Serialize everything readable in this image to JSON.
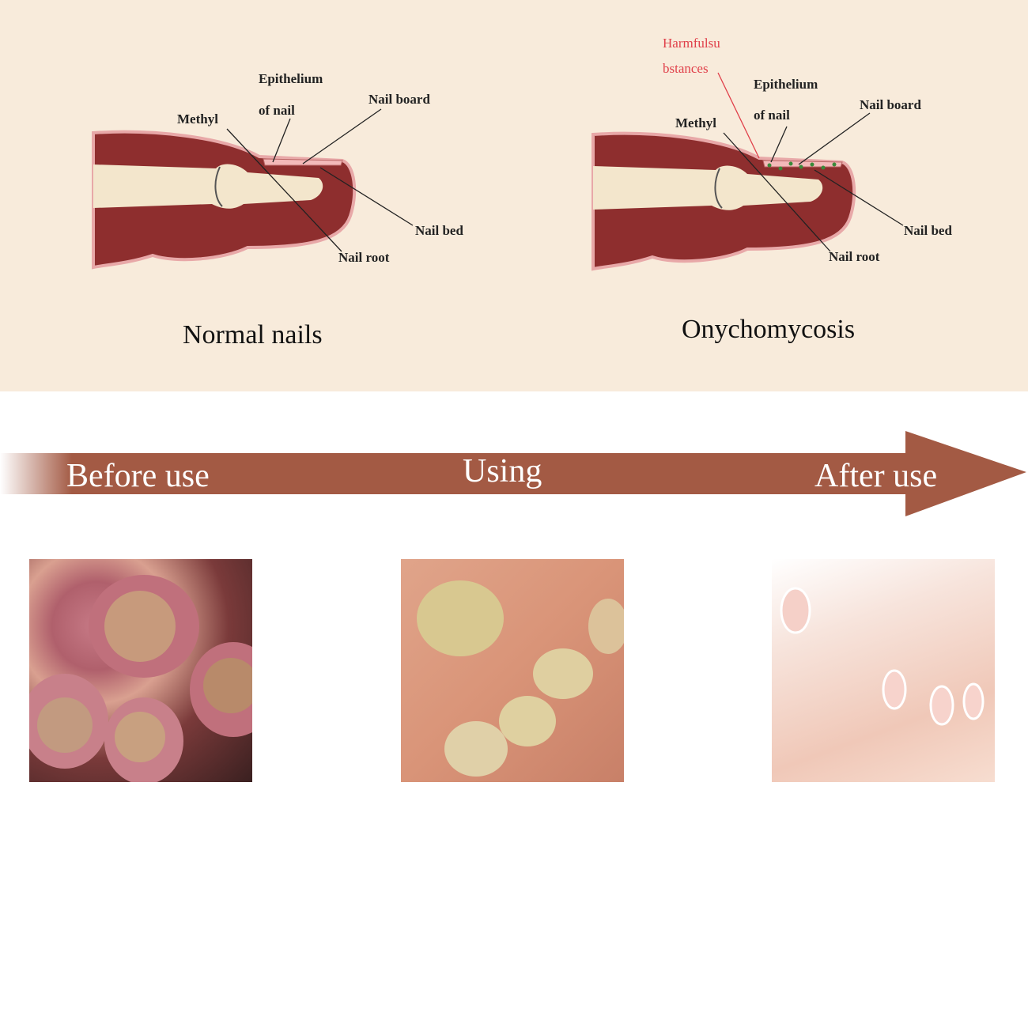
{
  "diagrams": [
    {
      "caption": "Normal nails",
      "labels": {
        "epithelium_1": "Epithelium",
        "epithelium_2": "of nail",
        "methyl": "Methyl",
        "nail_board": "Nail board",
        "nail_bed": "Nail bed",
        "nail_root": "Nail root"
      }
    },
    {
      "caption": "Onychomycosis",
      "labels": {
        "harmful_1": "Harmfulsu",
        "harmful_2": "bstances",
        "epithelium_1": "Epithelium",
        "epithelium_2": "of nail",
        "methyl": "Methyl",
        "nail_board": "Nail board",
        "nail_bed": "Nail bed",
        "nail_root": "Nail root"
      }
    }
  ],
  "progress": {
    "before": "Before use",
    "using": "Using",
    "after": "After use"
  },
  "colors": {
    "panel": "#f8ebdb",
    "arrow": "#a35a44",
    "finger": "#8e2e2e",
    "bone": "#f3e6cc",
    "harmful": "#e0404a"
  }
}
